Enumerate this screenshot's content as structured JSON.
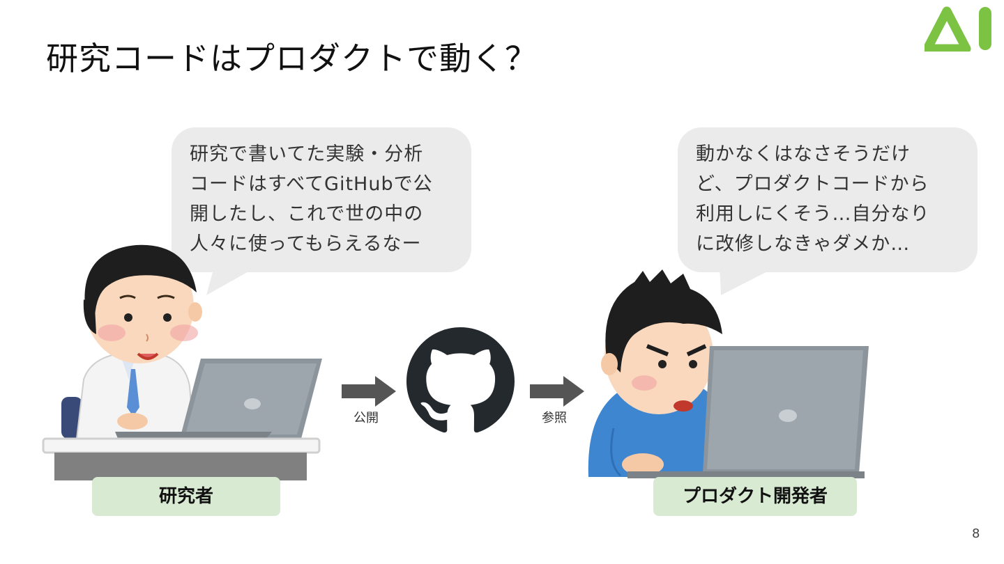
{
  "slide": {
    "title": "研究コードはプロダクトで動く？",
    "page_number": "8"
  },
  "researcher": {
    "bubble_lines": [
      "研究で書いてた実験・分析",
      "コードはすべてGitHubで公",
      "開したし、これで世の中の",
      "人々に使ってもらえるなー"
    ],
    "label": "研究者"
  },
  "developer": {
    "bubble_lines": [
      "動かなくはなさそうだけ",
      "ど、プロダクトコードから",
      "利用しにくそう…自分なり",
      "に改修しなきゃダメか…"
    ],
    "label": "プロダクト開発者"
  },
  "flow": {
    "publish_label": "公開",
    "reference_label": "参照"
  },
  "colors": {
    "bubble": "#ebebeb",
    "label_box": "#d9ead3",
    "logo": "#7cc243",
    "arrow": "#555555",
    "github": "#24292e"
  }
}
